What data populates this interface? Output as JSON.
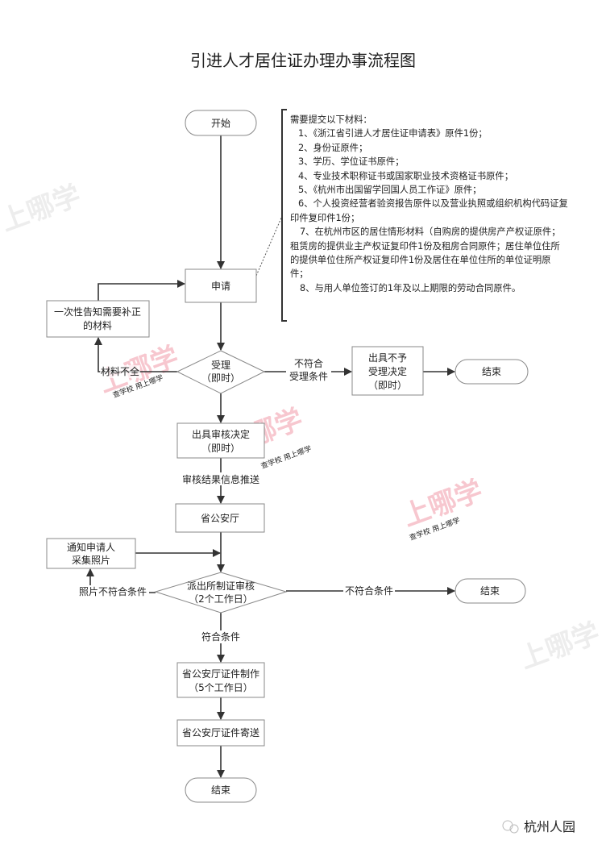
{
  "title": "引进人才居住证办理办事流程图",
  "nodes": {
    "start": "开始",
    "apply": "申请",
    "notify_supplement": [
      "一次性告知需要补正",
      "的材料"
    ],
    "accept": [
      "受理",
      "（即时）"
    ],
    "reject_decision": [
      "出具不予",
      "受理决定",
      "（即时）"
    ],
    "end1": "结束",
    "review_decision": [
      "出具审核决定",
      "（即时）"
    ],
    "provincial_police": "省公安厅",
    "notify_photo": [
      "通知申请人",
      "采集照片"
    ],
    "station_review": [
      "派出所制证审核",
      "（2个工作日）"
    ],
    "end2": "结束",
    "card_make": [
      "省公安厅证件制作",
      "（5个工作日）"
    ],
    "card_send": "省公安厅证件寄送",
    "end3": "结束"
  },
  "edges": {
    "incomplete": "材料不全",
    "not_eligible": [
      "不符合",
      "受理条件"
    ],
    "push_info": "审核结果信息推送",
    "photo_fail": "照片不符合条件",
    "fail": "不符合条件",
    "pass": "符合条件"
  },
  "materials": {
    "heading": "需要提交以下材料：",
    "items": [
      "1、《浙江省引进人才居住证申请表》原件1份；",
      "2、身份证原件；",
      "3、学历、学位证书原件；",
      "4、专业技术职称证书或国家职业技术资格证书原件；",
      "5、《杭州市出国留学回国人员工作证》原件；",
      "6、个人投资经营者验资报告原件以及营业执照或组织机构代码证复印件复印件1份；",
      "7、在杭州市区的居住情形材料（自购房的提供房产产权证原件；租赁房的提供业主产权证复印件1份及租房合同原件；居住单位住所的提供单位住所产权证复印件1份及居住在单位住所的单位证明原件；",
      "8、与用人单位签订的1年及以上期限的劳动合同原件。"
    ]
  },
  "watermarks": {
    "brand": "上哪学",
    "slogan": "查学校 用上哪学",
    "source": "杭州人园"
  }
}
